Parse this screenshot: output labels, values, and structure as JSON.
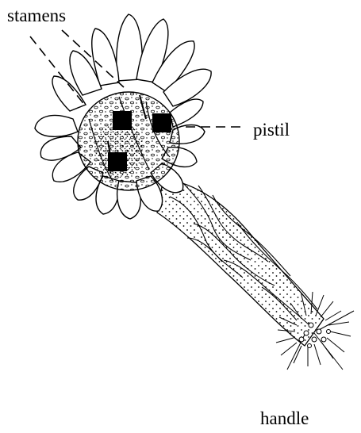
{
  "labels": {
    "stamens": "stamens",
    "pistil": "pistil",
    "handle": "handle"
  },
  "colors": {
    "ink": "#000000",
    "background": "#ffffff"
  }
}
